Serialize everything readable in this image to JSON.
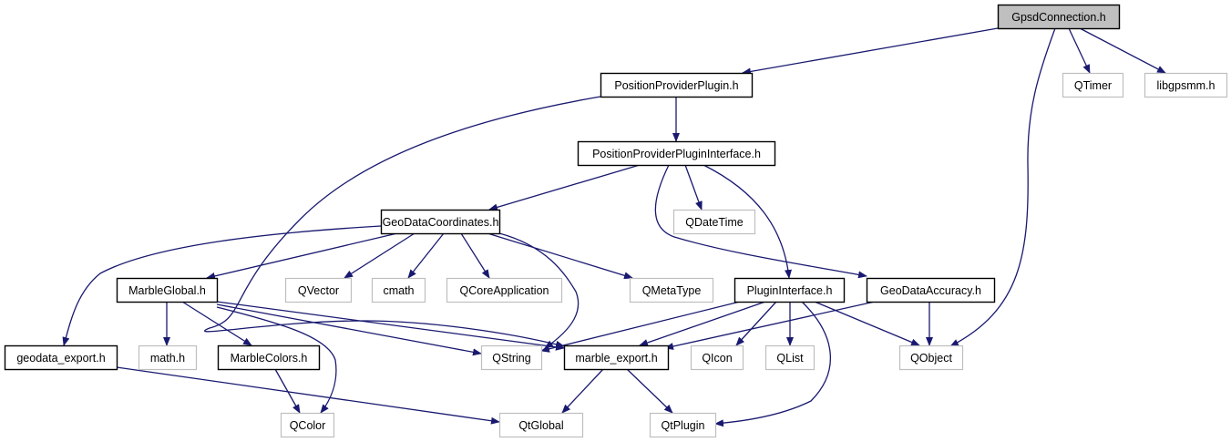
{
  "diagram": {
    "type": "include-dependency-graph",
    "root": "GpsdConnection.h",
    "colors": {
      "edge": "#191970",
      "root_fill": "#bfbfbf",
      "documented_border": "#000000",
      "external_border": "#bfbfbf",
      "text": "#000000"
    },
    "nodes": [
      {
        "id": "gpsd",
        "label": "GpsdConnection.h",
        "kind": "root"
      },
      {
        "id": "ppp",
        "label": "PositionProviderPlugin.h",
        "kind": "documented"
      },
      {
        "id": "qtimer",
        "label": "QTimer",
        "kind": "external"
      },
      {
        "id": "libgps",
        "label": "libgpsmm.h",
        "kind": "external"
      },
      {
        "id": "pppi",
        "label": "PositionProviderPluginInterface.h",
        "kind": "documented"
      },
      {
        "id": "gdc",
        "label": "GeoDataCoordinates.h",
        "kind": "documented"
      },
      {
        "id": "qdatetime",
        "label": "QDateTime",
        "kind": "external"
      },
      {
        "id": "mglobal",
        "label": "MarbleGlobal.h",
        "kind": "documented"
      },
      {
        "id": "qvector",
        "label": "QVector",
        "kind": "external"
      },
      {
        "id": "cmath",
        "label": "cmath",
        "kind": "external"
      },
      {
        "id": "qcoreapp",
        "label": "QCoreApplication",
        "kind": "external"
      },
      {
        "id": "qmetatype",
        "label": "QMetaType",
        "kind": "external"
      },
      {
        "id": "plugini",
        "label": "PluginInterface.h",
        "kind": "documented"
      },
      {
        "id": "gda",
        "label": "GeoDataAccuracy.h",
        "kind": "documented"
      },
      {
        "id": "geoexp",
        "label": "geodata_export.h",
        "kind": "documented"
      },
      {
        "id": "mathh",
        "label": "math.h",
        "kind": "external"
      },
      {
        "id": "mcolors",
        "label": "MarbleColors.h",
        "kind": "documented"
      },
      {
        "id": "qstring",
        "label": "QString",
        "kind": "external"
      },
      {
        "id": "mexport",
        "label": "marble_export.h",
        "kind": "documented"
      },
      {
        "id": "qicon",
        "label": "QIcon",
        "kind": "external"
      },
      {
        "id": "qlist",
        "label": "QList",
        "kind": "external"
      },
      {
        "id": "qobject",
        "label": "QObject",
        "kind": "external"
      },
      {
        "id": "qcolor",
        "label": "QColor",
        "kind": "external"
      },
      {
        "id": "qtglobal",
        "label": "QtGlobal",
        "kind": "external"
      },
      {
        "id": "qtplugin",
        "label": "QtPlugin",
        "kind": "external"
      }
    ],
    "edges": [
      {
        "from": "gpsd",
        "to": "ppp"
      },
      {
        "from": "gpsd",
        "to": "qtimer"
      },
      {
        "from": "gpsd",
        "to": "libgps"
      },
      {
        "from": "gpsd",
        "to": "qobject"
      },
      {
        "from": "ppp",
        "to": "pppi"
      },
      {
        "from": "ppp",
        "to": "mexport"
      },
      {
        "from": "pppi",
        "to": "gdc"
      },
      {
        "from": "pppi",
        "to": "qdatetime"
      },
      {
        "from": "pppi",
        "to": "plugini"
      },
      {
        "from": "pppi",
        "to": "gda"
      },
      {
        "from": "gdc",
        "to": "geoexp"
      },
      {
        "from": "gdc",
        "to": "mglobal"
      },
      {
        "from": "gdc",
        "to": "qvector"
      },
      {
        "from": "gdc",
        "to": "cmath"
      },
      {
        "from": "gdc",
        "to": "qcoreapp"
      },
      {
        "from": "gdc",
        "to": "qmetatype"
      },
      {
        "from": "gdc",
        "to": "qstring"
      },
      {
        "from": "mglobal",
        "to": "mathh"
      },
      {
        "from": "mglobal",
        "to": "mcolors"
      },
      {
        "from": "mglobal",
        "to": "qcolor"
      },
      {
        "from": "mglobal",
        "to": "qstring"
      },
      {
        "from": "mglobal",
        "to": "mexport"
      },
      {
        "from": "plugini",
        "to": "qstring"
      },
      {
        "from": "plugini",
        "to": "mexport"
      },
      {
        "from": "plugini",
        "to": "qicon"
      },
      {
        "from": "plugini",
        "to": "qlist"
      },
      {
        "from": "plugini",
        "to": "qtplugin"
      },
      {
        "from": "plugini",
        "to": "qobject"
      },
      {
        "from": "gda",
        "to": "mexport"
      },
      {
        "from": "gda",
        "to": "qobject"
      },
      {
        "from": "geoexp",
        "to": "qtglobal"
      },
      {
        "from": "mcolors",
        "to": "qcolor"
      },
      {
        "from": "mexport",
        "to": "qtglobal"
      },
      {
        "from": "mexport",
        "to": "qtplugin"
      }
    ]
  }
}
